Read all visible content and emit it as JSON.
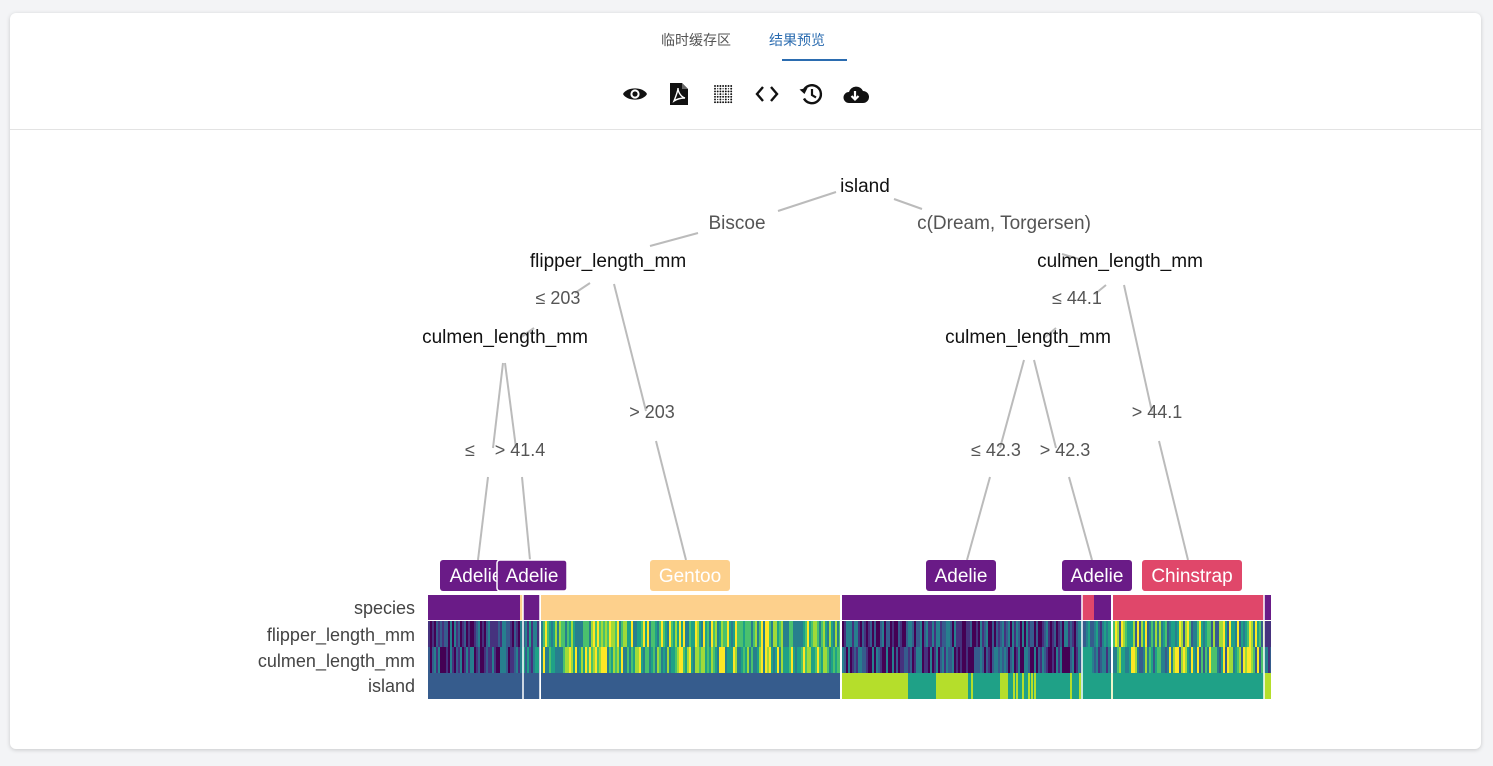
{
  "tabs": [
    {
      "label": "临时缓存区",
      "active": false
    },
    {
      "label": "结果预览",
      "active": true
    }
  ],
  "toolbar": [
    {
      "icon": "eye-icon"
    },
    {
      "icon": "pdf-icon"
    },
    {
      "icon": "dot-grid-icon"
    },
    {
      "icon": "code-icon"
    },
    {
      "icon": "history-icon"
    },
    {
      "icon": "cloud-download-icon"
    }
  ],
  "tree": {
    "root": {
      "label": "island"
    },
    "edges": [
      {
        "label": "Biscoe"
      },
      {
        "label": "c(Dream, Torgersen)"
      },
      {
        "label": "≤ 203"
      },
      {
        "label": "> 203"
      },
      {
        "label": "≤"
      },
      {
        "label": "> 41.4"
      },
      {
        "label": "≤ 44.1"
      },
      {
        "label": "> 44.1"
      },
      {
        "label": "≤ 42.3"
      },
      {
        "label": "> 42.3"
      }
    ],
    "inner_nodes": [
      {
        "label": "flipper_length_mm"
      },
      {
        "label": "culmen_length_mm"
      },
      {
        "label": "culmen_length_mm"
      },
      {
        "label": "culmen_length_mm"
      }
    ],
    "leaves": [
      {
        "label": "Adelie",
        "color": "#6a1b87",
        "text_color": "#ffffff"
      },
      {
        "label": "Adelie",
        "color": "#6a1b87",
        "text_color": "#ffffff"
      },
      {
        "label": "Gentoo",
        "color": "#fdd08c",
        "text_color": "#ffffff"
      },
      {
        "label": "Adelie",
        "color": "#6a1b87",
        "text_color": "#ffffff"
      },
      {
        "label": "Adelie",
        "color": "#6a1b87",
        "text_color": "#ffffff"
      },
      {
        "label": "Chinstrap",
        "color": "#e0476a",
        "text_color": "#ffffff"
      }
    ],
    "heatmap_rows": [
      {
        "label": "species"
      },
      {
        "label": "flipper_length_mm"
      },
      {
        "label": "culmen_length_mm"
      },
      {
        "label": "island"
      }
    ]
  },
  "colors": {
    "accent": "#2b6cb0",
    "adelie": "#6a1b87",
    "gentoo": "#fdd08c",
    "chinstrap": "#e0476a",
    "edge": "#bbbbbb"
  }
}
